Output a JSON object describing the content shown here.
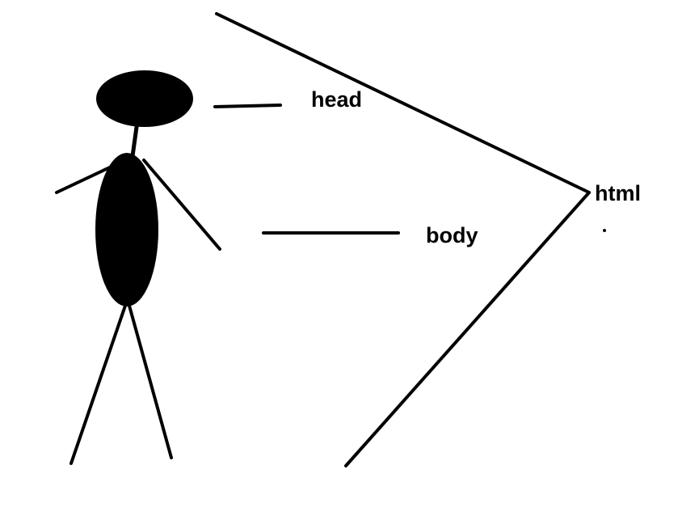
{
  "labels": {
    "head": "head",
    "body": "body",
    "html": "html"
  },
  "colors": {
    "ink": "#000000",
    "background": "#ffffff"
  }
}
